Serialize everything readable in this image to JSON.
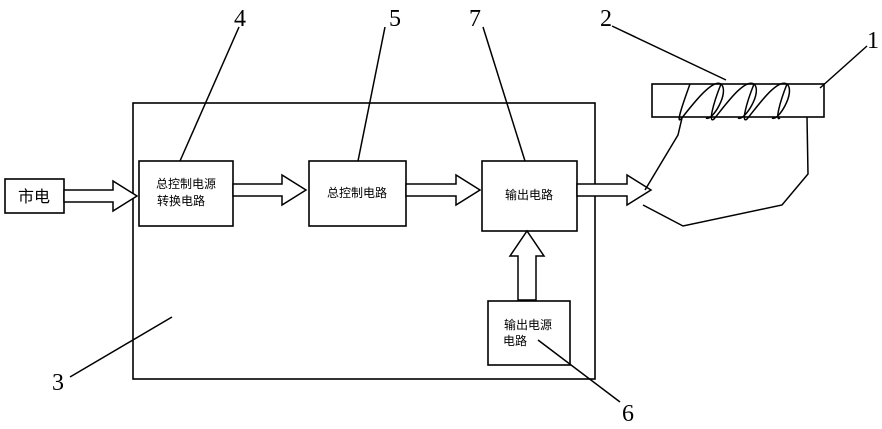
{
  "blocks": {
    "mains": "市电",
    "main_power_conv_line1": "总控制电源",
    "main_power_conv_line2": "转换电路",
    "main_control": "总控制电路",
    "output_circuit": "输出电路",
    "output_power_line1": "输出电源",
    "output_power_line2": "电路"
  },
  "labels": {
    "n1": "1",
    "n2": "2",
    "n3": "3",
    "n4": "4",
    "n5": "5",
    "n6": "6",
    "n7": "7"
  }
}
